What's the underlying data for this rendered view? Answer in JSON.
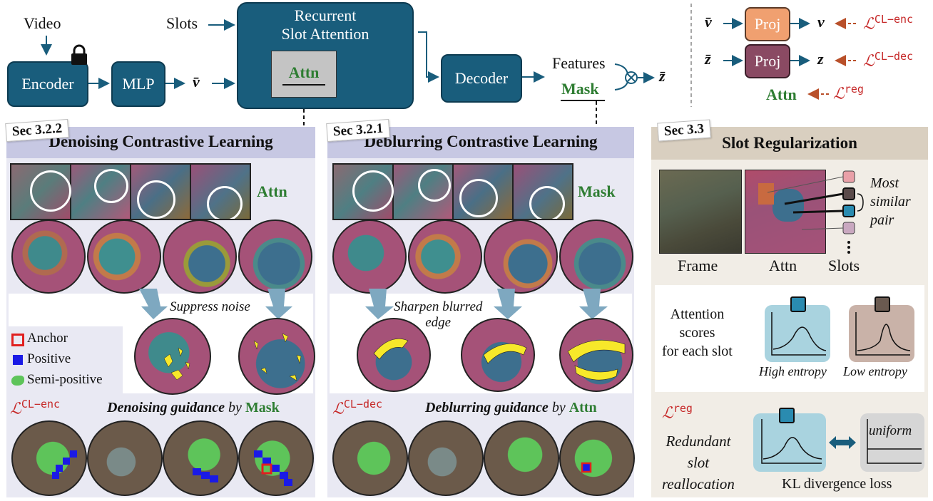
{
  "pipeline": {
    "video": "Video",
    "encoder": "Encoder",
    "mlp": "MLP",
    "v_bar": "v̄",
    "slots": "Slots",
    "rsa": "Recurrent\nSlot Attention",
    "attn": "Attn",
    "decoder": "Decoder",
    "features": "Features",
    "mask": "Mask",
    "z_bar": "z̄"
  },
  "projection": {
    "v_bar": "v̄",
    "proj1": "Proj",
    "v": "v",
    "loss_enc": "ℒ",
    "loss_enc_sup": "CL−enc",
    "z_bar": "z̄",
    "proj2": "Proj",
    "z": "z",
    "loss_dec": "ℒ",
    "loss_dec_sup": "CL−dec",
    "attn": "Attn",
    "loss_reg": "ℒ",
    "loss_reg_sup": "reg"
  },
  "left_panel": {
    "sec": "Sec 3.2.2",
    "title": "Denoising Contrastive Learning",
    "side_label": "Attn",
    "caption": "Suppress noise",
    "legend": [
      "Anchor",
      "Positive",
      "Semi-positive"
    ],
    "loss": "ℒ",
    "loss_sup": "CL−enc",
    "guidance_italic": "Denoising guidance",
    "guidance_by": " by ",
    "guidance_src": "Mask"
  },
  "mid_panel": {
    "sec": "Sec 3.2.1",
    "title": "Deblurring Contrastive Learning",
    "side_label": "Mask",
    "caption": "Sharpen blurred\nedge",
    "loss": "ℒ",
    "loss_sup": "CL−dec",
    "guidance_italic": "Deblurring guidance",
    "guidance_by": " by ",
    "guidance_src": "Attn"
  },
  "right_panel": {
    "sec": "Sec 3.3",
    "title": "Slot Regularization",
    "frame": "Frame",
    "attn": "Attn",
    "slots": "Slots",
    "similar": "Most\nsimilar\npair",
    "scores": "Attention\nscores\nfor each slot",
    "high": "High entropy",
    "low": "Low entropy",
    "loss": "ℒ",
    "loss_sup": "reg",
    "realloc": "Redundant\nslot\nreallocation",
    "uniform": "uniform",
    "kl": "KL divergence loss"
  },
  "colors": {
    "block": "#195d7c",
    "title_bar": "#c7c8e3",
    "panel_bg": "#e9e9f3",
    "reg_bg": "#f1ede6",
    "reg_title": "#d9cfc0",
    "positive": "#1a1ae6",
    "semi_positive": "#5ec45a",
    "anchor": "#e02020"
  }
}
